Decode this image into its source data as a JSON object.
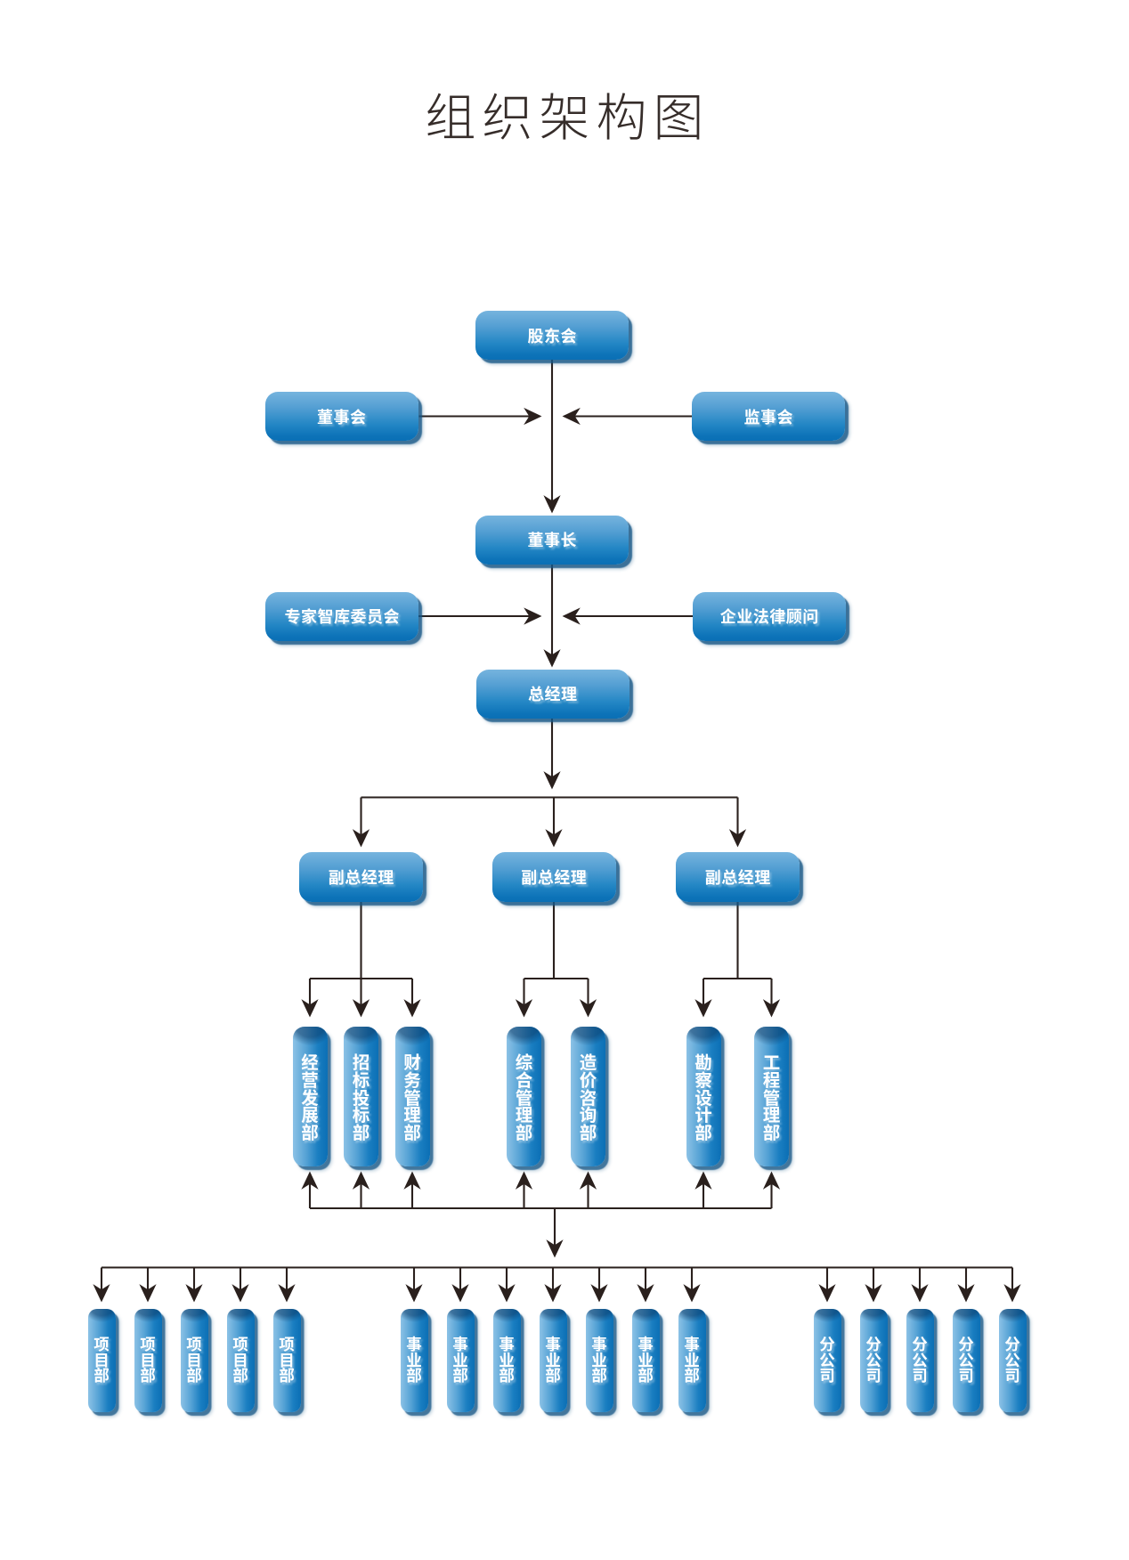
{
  "title": "组织架构图",
  "colors": {
    "node_gradient_top": "#7db9e1",
    "node_gradient_bottom": "#0a70b6",
    "node_shadow": "#155988",
    "connector_line": "#2a201d",
    "node_text": "#ffffff",
    "title_text": "#362d2a",
    "background": "#ffffff"
  },
  "org": {
    "shareholders": "股东会",
    "board": "董事会",
    "supervisory": "监事会",
    "chairman": "董事长",
    "expert_committee": "专家智库委员会",
    "legal_counsel": "企业法律顾问",
    "general_manager": "总经理",
    "deputies": [
      "副总经理",
      "副总经理",
      "副总经理"
    ],
    "departments": [
      "经营发展部",
      "招标投标部",
      "财务管理部",
      "综合管理部",
      "造价咨询部",
      "勘察设计部",
      "工程管理部"
    ],
    "project_depts": [
      "项目部",
      "项目部",
      "项目部",
      "项目部",
      "项目部"
    ],
    "business_units": [
      "事业部",
      "事业部",
      "事业部",
      "事业部",
      "事业部",
      "事业部",
      "事业部"
    ],
    "branches": [
      "分公司",
      "分公司",
      "分公司",
      "分公司",
      "分公司"
    ]
  }
}
